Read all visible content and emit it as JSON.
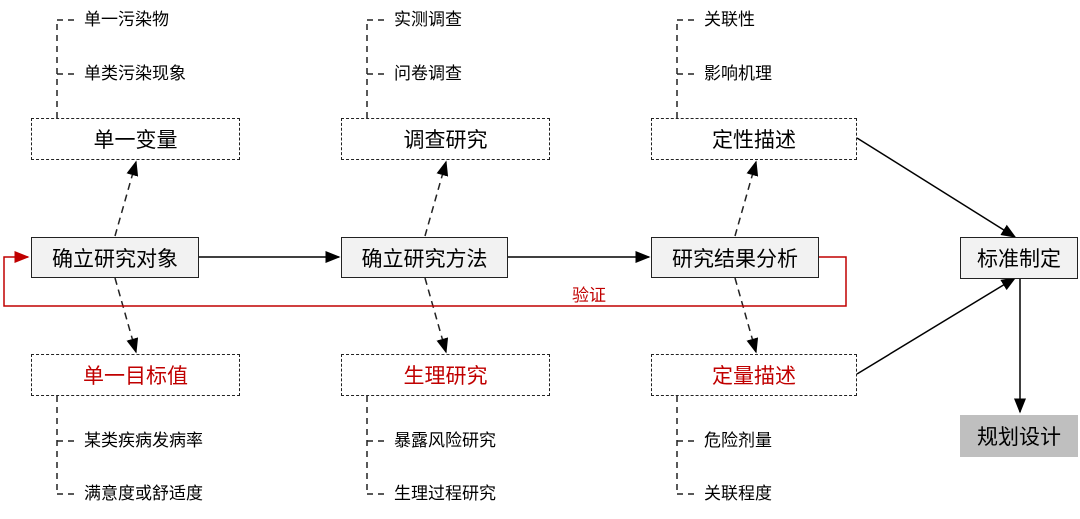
{
  "top_boxes": {
    "variable": "单一变量",
    "survey": "调查研究",
    "qualitative": "定性描述"
  },
  "main_boxes": {
    "object": "确立研究对象",
    "method": "确立研究方法",
    "analysis": "研究结果分析",
    "standard": "标准制定",
    "planning": "规划设计"
  },
  "bottom_boxes": {
    "target": "单一目标值",
    "physiology": "生理研究",
    "quantitative": "定量描述"
  },
  "top_leaves": {
    "variable": [
      "单一污染物",
      "单类污染现象"
    ],
    "survey": [
      "实测调查",
      "问卷调查"
    ],
    "qualitative": [
      "关联性",
      "影响机理"
    ]
  },
  "bottom_leaves": {
    "target": [
      "某类疾病发病率",
      "满意度或舒适度"
    ],
    "physiology": [
      "暴露风险研究",
      "生理过程研究"
    ],
    "quantitative": [
      "危险剂量",
      "关联程度"
    ]
  },
  "feedback_label": "验证",
  "colors": {
    "accent_red": "#c00000",
    "box_fill": "#f2f2f2",
    "planning_fill": "#bfbfbf"
  }
}
